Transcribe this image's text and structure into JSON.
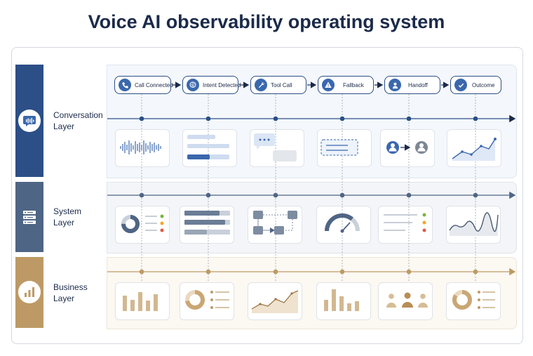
{
  "title": "Voice AI observability operating system",
  "stages": [
    {
      "label": "Call Connected",
      "icon": "phone-icon"
    },
    {
      "label": "Intent Detected",
      "icon": "brain-icon"
    },
    {
      "label": "Tool Call",
      "icon": "wrench-icon"
    },
    {
      "label": "Fallback",
      "icon": "warning-icon"
    },
    {
      "label": "Handoff",
      "icon": "person-icon"
    },
    {
      "label": "Outcome",
      "icon": "check-icon"
    }
  ],
  "layers": [
    {
      "name": "Conversation\nLayer",
      "icon": "chat-waveform-icon",
      "color": "#2b4f86",
      "tint": "#f4f7fc"
    },
    {
      "name": "System\nLayer",
      "icon": "server-icon",
      "color": "#4f6585",
      "tint": "#f3f5f8"
    },
    {
      "name": "Business\nLayer",
      "icon": "bar-chart-icon",
      "color": "#bd9a65",
      "tint": "#fcf8f2"
    }
  ],
  "colors": {
    "navy": "#1b2a4a",
    "blue": "#3a68ad",
    "slate": "#4f6585",
    "gold": "#bd9a65",
    "green": "#7cb342",
    "amber": "#f5a623",
    "red": "#e05a47"
  }
}
